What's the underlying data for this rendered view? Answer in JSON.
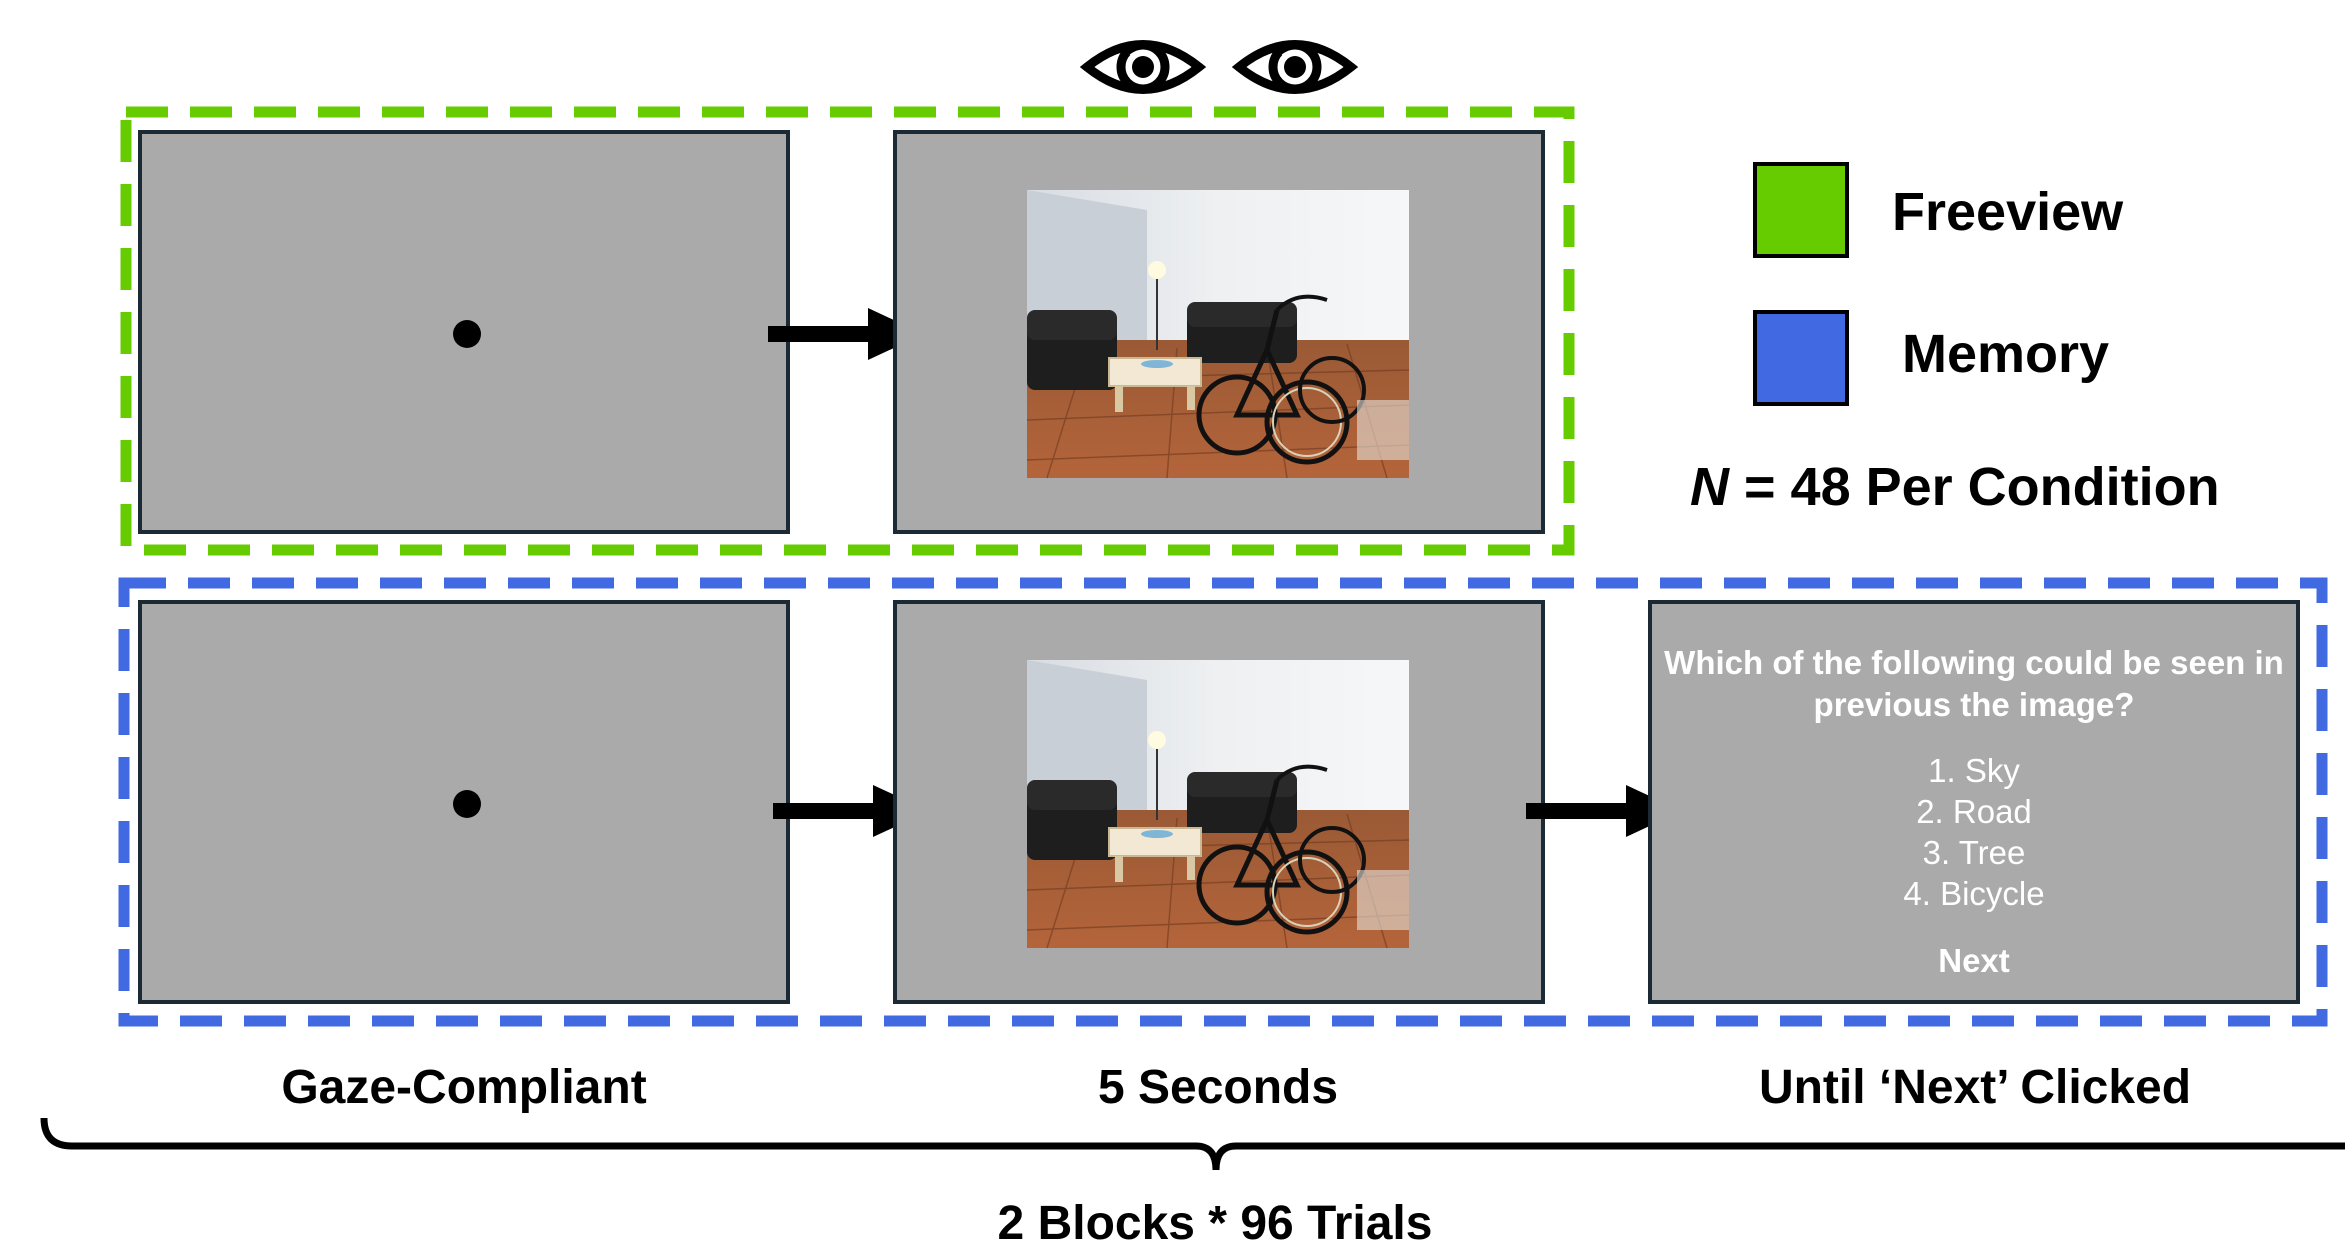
{
  "legend": {
    "items": [
      {
        "label": "Freeview",
        "color": "#66cc00"
      },
      {
        "label": "Memory",
        "color": "#4169e1"
      }
    ],
    "n_italic": "N",
    "n_rest": " = 48 Per Condition"
  },
  "colors": {
    "freeview_dash": "#66cc00",
    "memory_dash": "#4169e1",
    "screen_gray": "#aaaaaa"
  },
  "question_screen": {
    "title": "Which of the following could be seen in previous the image?",
    "options": [
      "1. Sky",
      "2. Road",
      "3. Tree",
      "4. Bicycle"
    ],
    "next_label": "Next"
  },
  "timeline_labels": {
    "col1": "Gaze-Compliant",
    "col2": "5 Seconds",
    "col3": "Until ‘Next’ Clicked"
  },
  "bracket_label": "2 Blocks * 96 Trials",
  "icons": [
    "eye-icon",
    "eye-icon"
  ]
}
